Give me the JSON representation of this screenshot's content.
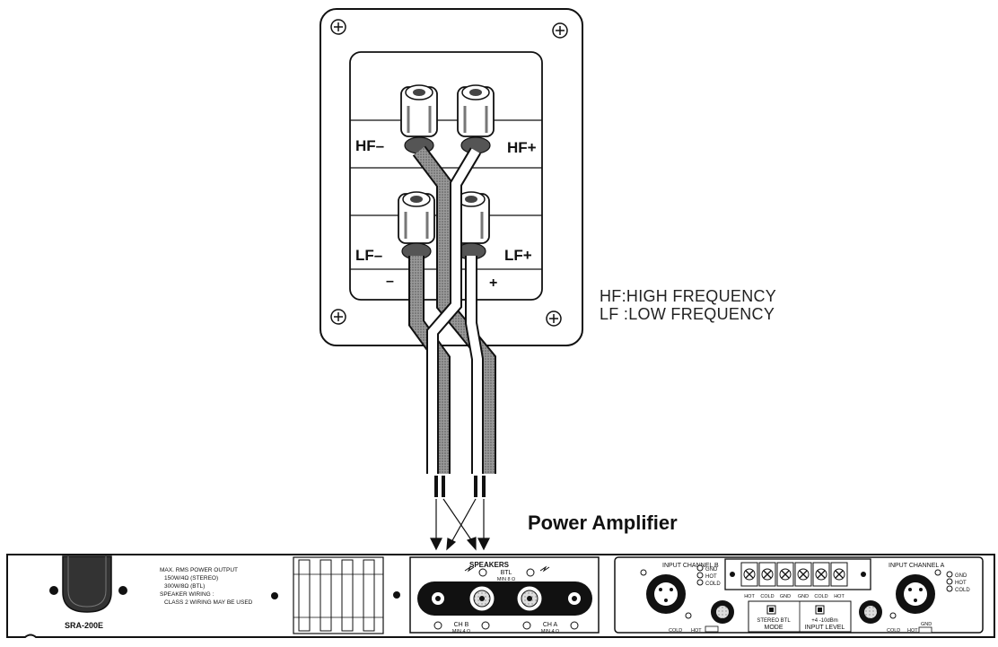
{
  "speaker": {
    "hf_minus": "HF–",
    "hf_plus": "HF+",
    "lf_minus": "LF–",
    "lf_plus": "LF+",
    "minus_sign": "–",
    "plus_sign": "+"
  },
  "legend": {
    "hf": "HF:HIGH FREQUENCY",
    "lf": "LF :LOW FREQUENCY"
  },
  "amp_title": "Power Amplifier",
  "amp": {
    "model": "SRA-200E",
    "spec": [
      "MAX. RMS POWER OUTPUT",
      "150W/4Ω  (STEREO)",
      "300W/8Ω  (BTL)",
      "SPEAKER WIRING :",
      "CLASS 2 WIRING MAY BE USED"
    ],
    "speakers": "SPEAKERS",
    "btl": "BTL",
    "btl_min": "MIN 8 Ω",
    "ch_b": "CH B",
    "ch_b_min": "MIN 4 Ω",
    "ch_a": "CH A",
    "ch_a_min": "MIN 4 Ω",
    "input_b": "INPUT CHANNEL B",
    "input_a": "INPUT CHANNEL A",
    "pins": [
      "GND",
      "HOT",
      "COLD"
    ],
    "term_labels": [
      "HOT",
      "COLD",
      "GND",
      "GND",
      "COLD",
      "HOT"
    ],
    "cold": "COLD",
    "hot": "HOT",
    "gnd": "GND",
    "stereo_btl": "STEREO  BTL",
    "mode": "MODE",
    "level": "+4   -10dBm",
    "input_level": "INPUT  LEVEL"
  }
}
